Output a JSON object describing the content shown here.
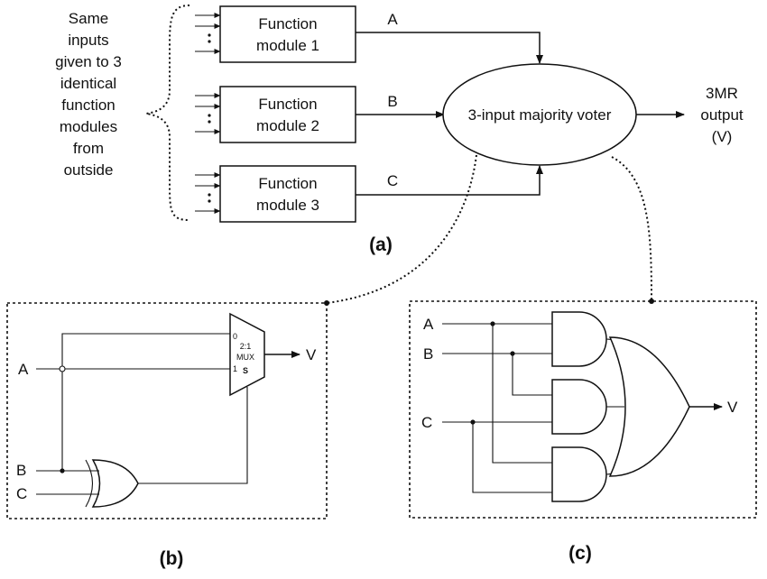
{
  "left_note": [
    "Same",
    "inputs",
    "given to 3",
    "identical",
    "function",
    "modules",
    "from",
    "outside"
  ],
  "modules": [
    {
      "line1": "Function",
      "line2": "module 1",
      "output": "A"
    },
    {
      "line1": "Function",
      "line2": "module 2",
      "output": "B"
    },
    {
      "line1": "Function",
      "line2": "module 3",
      "output": "C"
    }
  ],
  "voter": {
    "label": "3-input majority voter"
  },
  "output": {
    "line1": "3MR",
    "line2": "output",
    "line3": "(V)"
  },
  "captions": {
    "a": "(a)",
    "b": "(b)",
    "c": "(c)"
  },
  "circuit_b": {
    "inputs": {
      "a": "A",
      "b": "B",
      "c": "C"
    },
    "mux": {
      "in0": "0",
      "in1": "1",
      "line1": "2:1",
      "line2": "MUX",
      "select": "S"
    },
    "output": "V"
  },
  "circuit_c": {
    "inputs": {
      "a": "A",
      "b": "B",
      "c": "C"
    },
    "output": "V"
  }
}
